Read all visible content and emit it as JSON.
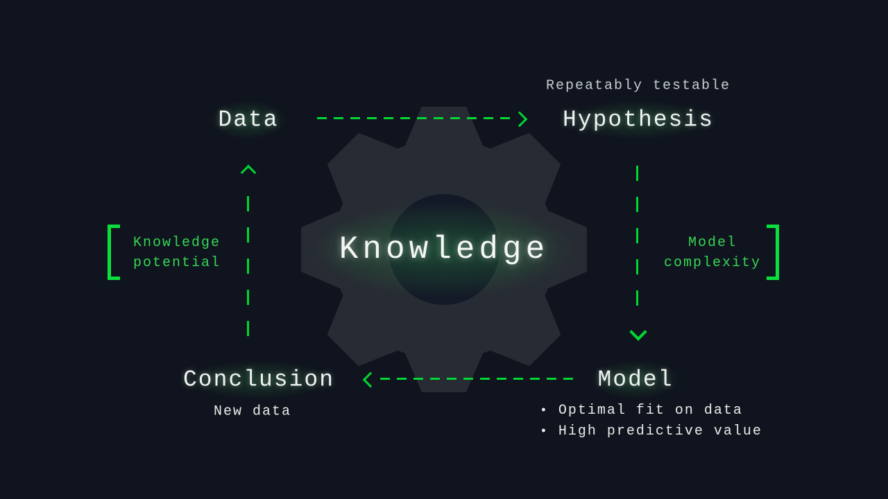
{
  "colors": {
    "background": "#10141e",
    "accent_green": "#00d832",
    "bracket_green": "#0ae03c",
    "green_text": "#35d654",
    "white_text": "#eef3f0",
    "muted_text": "#c7cdd3",
    "gear_body": "#272b33",
    "gear_hole": "#141927",
    "glow_green": "rgba(45,150,70,0.34)"
  },
  "nodes": {
    "data": {
      "label": "Data"
    },
    "hypothesis": {
      "label": "Hypothesis",
      "note": "Repeatably testable"
    },
    "model": {
      "label": "Model",
      "bullets": [
        "Optimal fit on data",
        "High predictive value"
      ]
    },
    "conclusion": {
      "label": "Conclusion",
      "note": "New data"
    },
    "center": {
      "label": "Knowledge"
    }
  },
  "annotations": {
    "knowledge_potential": {
      "line1": "Knowledge",
      "line2": "potential"
    },
    "model_complexity": {
      "line1": "Model",
      "line2": "complexity"
    }
  }
}
